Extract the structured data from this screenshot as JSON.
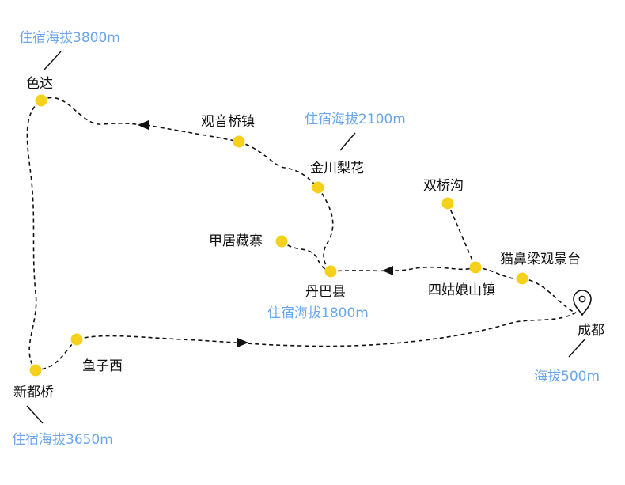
{
  "colors": {
    "stop_fill": "#F6D11B",
    "altitude_text": "#6AA6E9",
    "route_line": "#111111",
    "background": "#FFFFFF"
  },
  "places": {
    "seda": "色达",
    "guanyinqiao": "观音桥镇",
    "jinchuan": "金川梨花",
    "shuangqiaogou": "双桥沟",
    "maobiliang": "猫鼻梁观景台",
    "jiajuzangzhai": "甲居藏寨",
    "danba": "丹巴县",
    "siguniang": "四姑娘山镇",
    "chengdu": "成都",
    "yuzixi": "鱼子西",
    "xinduqiao": "新都桥"
  },
  "altitudes": {
    "seda": "住宿海拔3800m",
    "jinchuan": "住宿海拔2100m",
    "danba": "住宿海拔1800m",
    "chengdu": "海拔500m",
    "xinduqiao": "住宿海拔3650m"
  },
  "icons": {
    "start": "location-pin-icon",
    "direction": "arrowhead-icon"
  }
}
